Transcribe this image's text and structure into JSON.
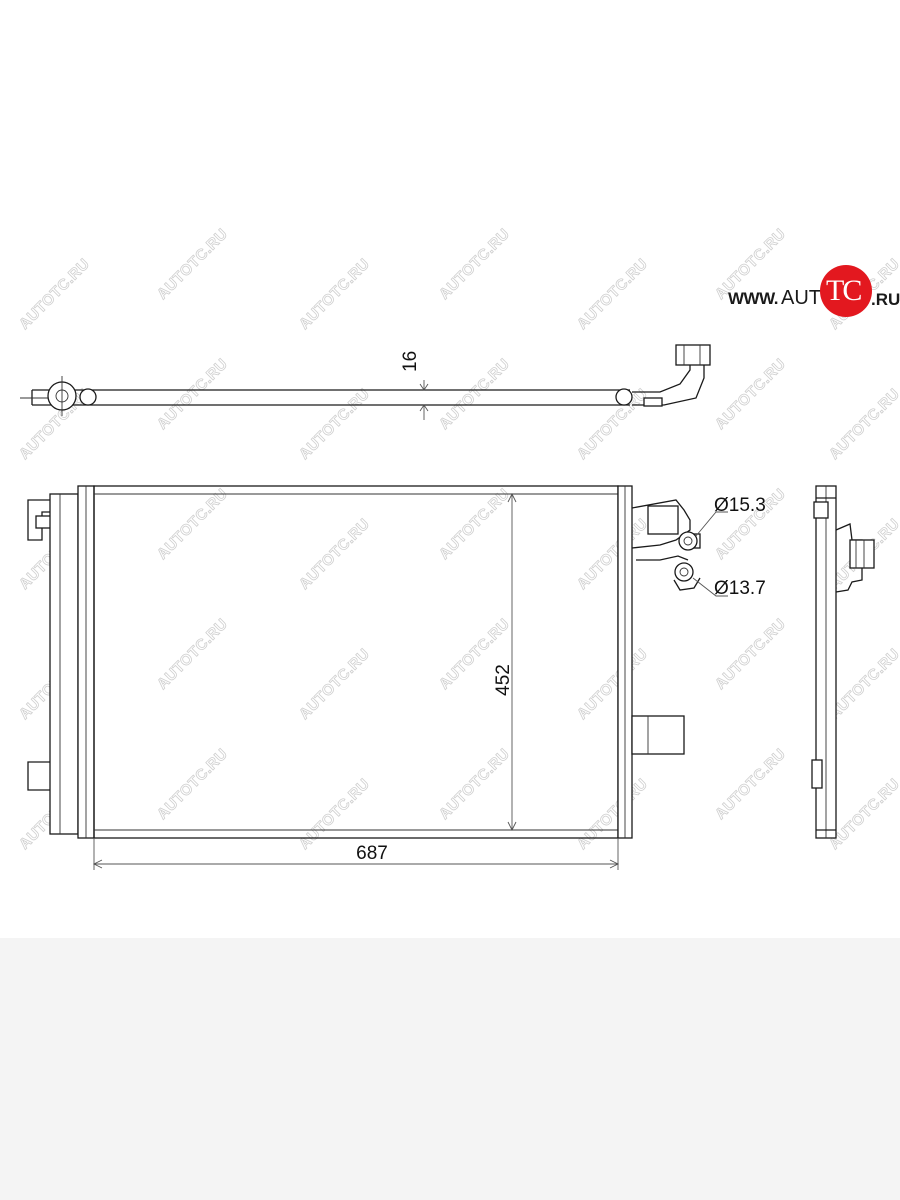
{
  "dimensions": {
    "thickness": "16",
    "height": "452",
    "width": "687",
    "outlet_diameter": "Ø15.3",
    "inlet_diameter": "Ø13.7"
  },
  "logo": {
    "www": "WWW.",
    "auto": "AUTO",
    "tc": "TC",
    "ru": ".RU",
    "circle_color": "#e3181f"
  },
  "watermark": {
    "text": "AUTOTC.RU"
  }
}
